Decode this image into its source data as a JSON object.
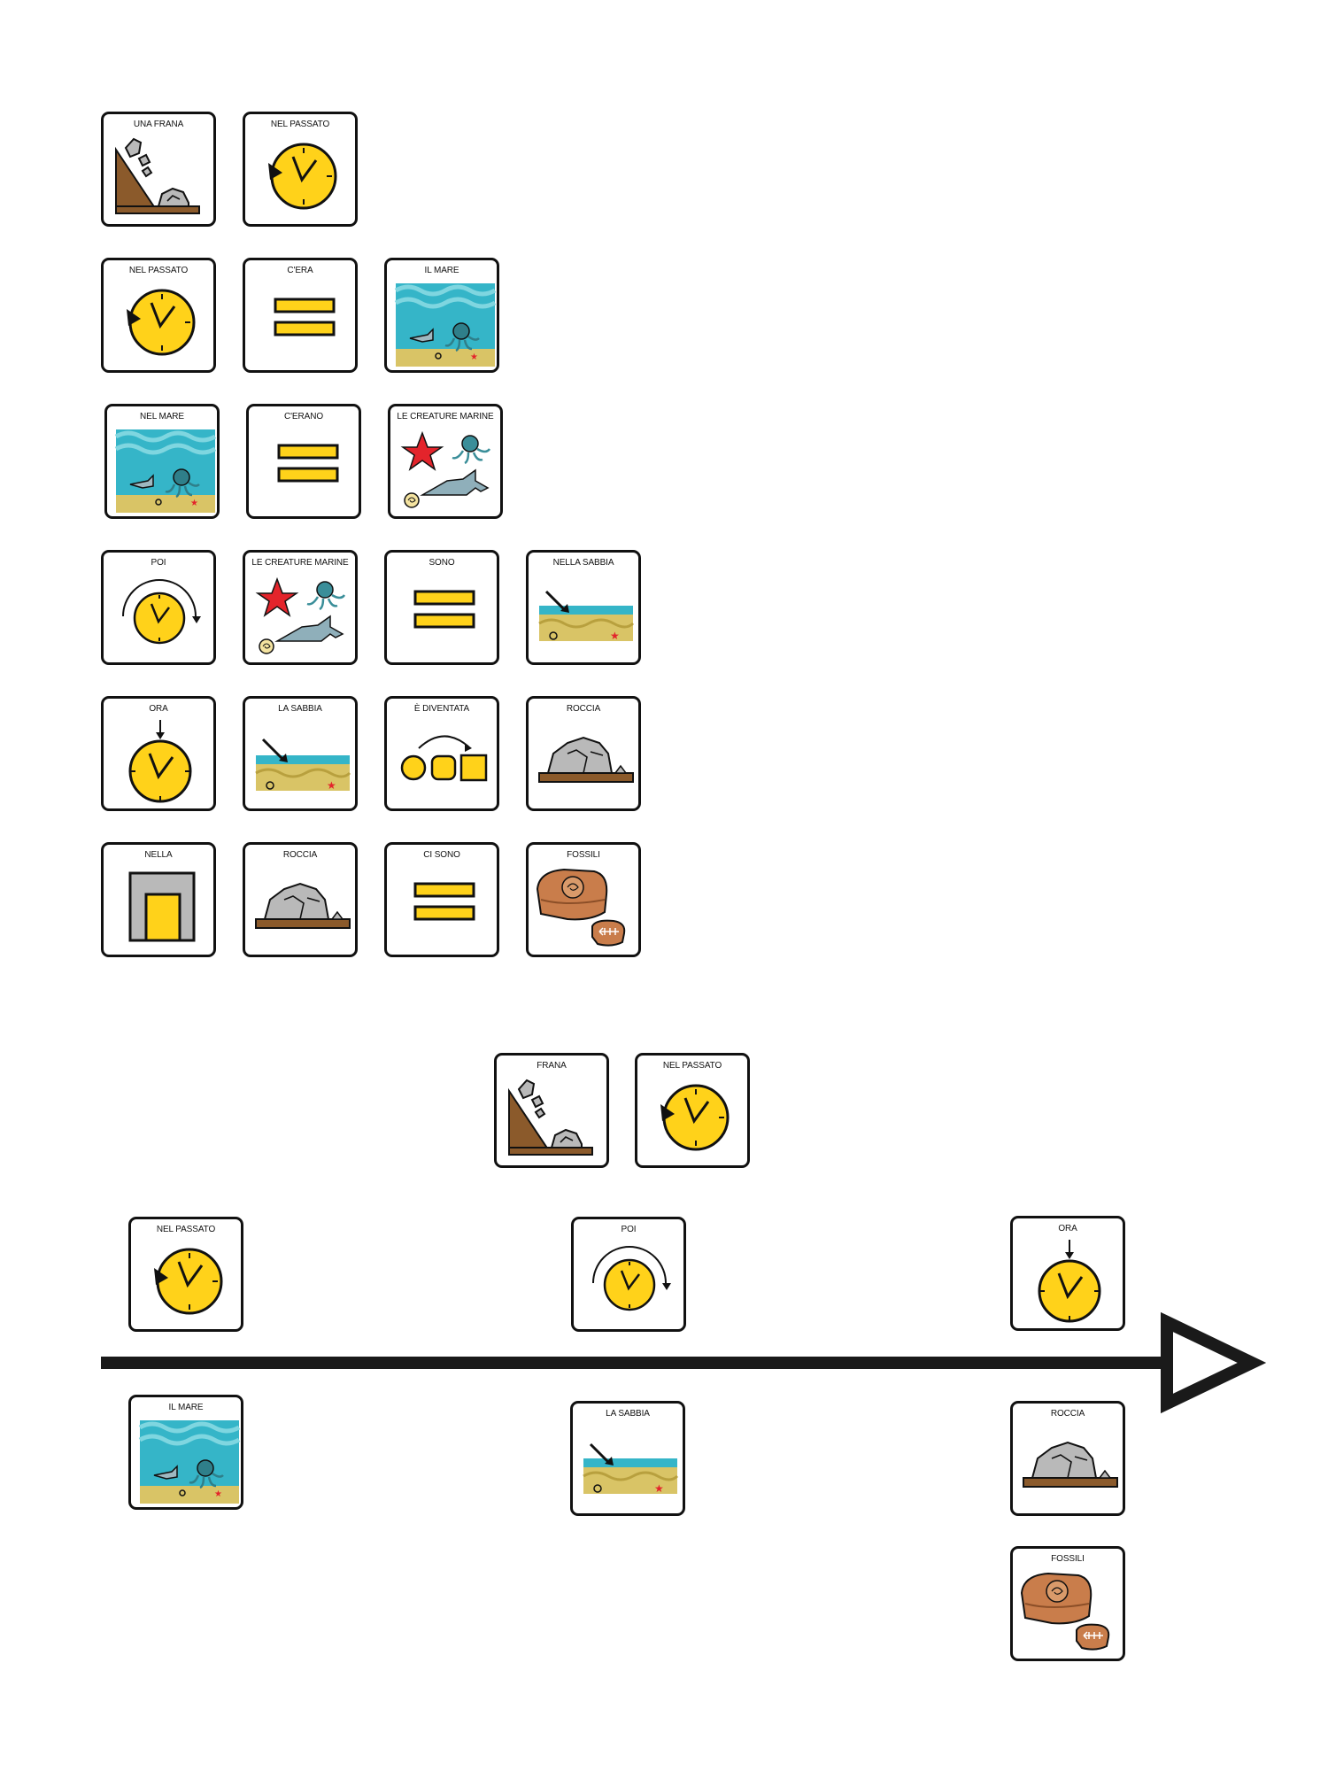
{
  "sentence_rows": [
    [
      "UNA FRANA",
      "NEL PASSATO"
    ],
    [
      "NEL PASSATO",
      "C'ERA",
      "IL MARE"
    ],
    [
      "NEL MARE",
      "C'ERANO",
      "LE CREATURE MARINE"
    ],
    [
      "POI",
      "LE CREATURE MARINE",
      "SONO",
      "NELLA SABBIA"
    ],
    [
      "ORA",
      "LA SABBIA",
      "È DIVENTATA",
      "ROCCIA"
    ],
    [
      "NELLA",
      "ROCCIA",
      "CI SONO",
      "FOSSILI"
    ]
  ],
  "timeline_header": [
    "FRANA",
    "NEL PASSATO"
  ],
  "timeline": {
    "above": [
      "NEL PASSATO",
      "POI",
      "ORA"
    ],
    "below_past": "IL MARE",
    "below_then": "LA SABBIA",
    "below_now": [
      "ROCCIA",
      "FOSSILI"
    ]
  },
  "icons": {
    "r0c0": "landslide-icon",
    "r0c1": "past-clock-icon",
    "r1c0": "past-clock-icon",
    "r1c1": "equals-icon",
    "r1c2": "sea-icon",
    "r2c0": "sea-icon",
    "r2c1": "equals-icon",
    "r2c2": "sea-creatures-icon",
    "r3c0": "then-clock-icon",
    "r3c1": "sea-creatures-icon",
    "r3c2": "equals-icon",
    "r3c3": "sand-icon",
    "r4c0": "now-clock-icon",
    "r4c1": "sand-icon",
    "r4c2": "become-icon",
    "r4c3": "rock-icon",
    "r5c0": "inside-icon",
    "r5c1": "rock-icon",
    "r5c2": "equals-icon",
    "r5c3": "fossils-icon"
  },
  "colors": {
    "clock_yellow": "#FFD21A",
    "sea_blue": "#35B5C8",
    "sand": "#D9C466",
    "earth_brown": "#8B5A2B",
    "rock_gray": "#B9B9B9",
    "fossil_brown": "#C97D4B",
    "starfish_red": "#E3242B"
  }
}
